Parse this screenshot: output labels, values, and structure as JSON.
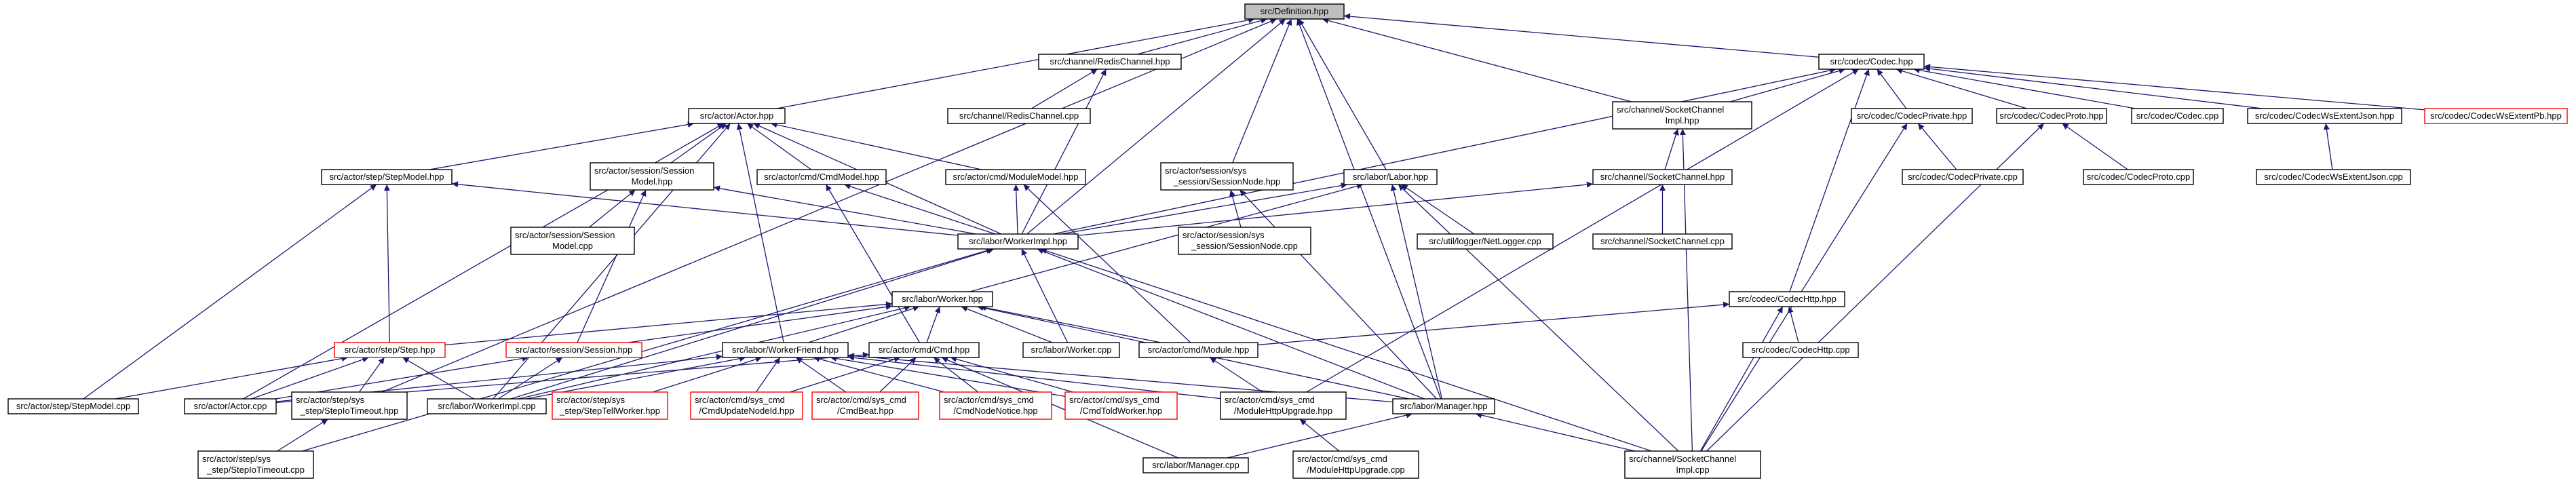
{
  "graph": {
    "title": "src/Definition.hpp",
    "colors": {
      "root_fill": "#bfbfbf",
      "edge": "#191970",
      "node_border": "#000000",
      "truncated_border": "#ff0000"
    },
    "nodes": [
      {
        "id": "definition",
        "lines": [
          "src/Definition.hpp"
        ],
        "root": true
      },
      {
        "id": "redis_hpp",
        "lines": [
          "src/channel/RedisChannel.hpp"
        ]
      },
      {
        "id": "redis_cpp",
        "lines": [
          "src/channel/RedisChannel.cpp"
        ]
      },
      {
        "id": "codec_hpp",
        "lines": [
          "src/codec/Codec.hpp"
        ]
      },
      {
        "id": "actor_hpp",
        "lines": [
          "src/actor/Actor.hpp"
        ]
      },
      {
        "id": "sock_impl_hpp",
        "lines": [
          "src/channel/SocketChannel",
          "Impl.hpp"
        ]
      },
      {
        "id": "codec_private_hpp",
        "lines": [
          "src/codec/CodecPrivate.hpp"
        ]
      },
      {
        "id": "codec_proto_hpp",
        "lines": [
          "src/codec/CodecProto.hpp"
        ]
      },
      {
        "id": "codec_cpp",
        "lines": [
          "src/codec/Codec.cpp"
        ]
      },
      {
        "id": "ws_json_hpp",
        "lines": [
          "src/codec/CodecWsExtentJson.hpp"
        ]
      },
      {
        "id": "ws_pb_hpp",
        "lines": [
          "src/codec/CodecWsExtentPb.hpp"
        ],
        "truncated": true
      },
      {
        "id": "stepmodel_hpp",
        "lines": [
          "src/actor/step/StepModel.hpp"
        ]
      },
      {
        "id": "session_model_hpp",
        "lines": [
          "src/actor/session/Session",
          "Model.hpp"
        ]
      },
      {
        "id": "cmdmodel_hpp",
        "lines": [
          "src/actor/cmd/CmdModel.hpp"
        ]
      },
      {
        "id": "modulemodel_hpp",
        "lines": [
          "src/actor/cmd/ModuleModel.hpp"
        ]
      },
      {
        "id": "sessionnode_hpp",
        "lines": [
          "src/actor/session/sys",
          "_session/SessionNode.hpp"
        ]
      },
      {
        "id": "labor_hpp",
        "lines": [
          "src/labor/Labor.hpp"
        ]
      },
      {
        "id": "sockchan_hpp",
        "lines": [
          "src/channel/SocketChannel.hpp"
        ]
      },
      {
        "id": "codec_private_cpp",
        "lines": [
          "src/codec/CodecPrivate.cpp"
        ]
      },
      {
        "id": "codec_proto_cpp",
        "lines": [
          "src/codec/CodecProto.cpp"
        ]
      },
      {
        "id": "ws_json_cpp",
        "lines": [
          "src/codec/CodecWsExtentJson.cpp"
        ]
      },
      {
        "id": "session_model_cpp",
        "lines": [
          "src/actor/session/Session",
          "Model.cpp"
        ]
      },
      {
        "id": "workerimpl_hpp",
        "lines": [
          "src/labor/WorkerImpl.hpp"
        ]
      },
      {
        "id": "sessionnode_cpp",
        "lines": [
          "src/actor/session/sys",
          "_session/SessionNode.cpp"
        ]
      },
      {
        "id": "netlogger_cpp",
        "lines": [
          "src/util/logger/NetLogger.cpp"
        ]
      },
      {
        "id": "sockchan_cpp",
        "lines": [
          "src/channel/SocketChannel.cpp"
        ]
      },
      {
        "id": "worker_hpp",
        "lines": [
          "src/labor/Worker.hpp"
        ]
      },
      {
        "id": "codechttp_hpp",
        "lines": [
          "src/codec/CodecHttp.hpp"
        ]
      },
      {
        "id": "step_hpp",
        "lines": [
          "src/actor/step/Step.hpp"
        ],
        "truncated": true
      },
      {
        "id": "session_hpp",
        "lines": [
          "src/actor/session/Session.hpp"
        ],
        "truncated": true
      },
      {
        "id": "workerfriend_hpp",
        "lines": [
          "src/labor/WorkerFriend.hpp"
        ]
      },
      {
        "id": "cmd_hpp",
        "lines": [
          "src/actor/cmd/Cmd.hpp"
        ]
      },
      {
        "id": "worker_cpp",
        "lines": [
          "src/labor/Worker.cpp"
        ]
      },
      {
        "id": "module_hpp",
        "lines": [
          "src/actor/cmd/Module.hpp"
        ]
      },
      {
        "id": "codechttp_cpp",
        "lines": [
          "src/codec/CodecHttp.cpp"
        ]
      },
      {
        "id": "stepmodel_cpp",
        "lines": [
          "src/actor/step/StepModel.cpp"
        ]
      },
      {
        "id": "actor_cpp",
        "lines": [
          "src/actor/Actor.cpp"
        ]
      },
      {
        "id": "stepio_hpp",
        "lines": [
          "src/actor/step/sys",
          "_step/StepIoTimeout.hpp"
        ]
      },
      {
        "id": "workerimpl_cpp",
        "lines": [
          "src/labor/WorkerImpl.cpp"
        ]
      },
      {
        "id": "steptell_hpp",
        "lines": [
          "src/actor/step/sys",
          "_step/StepTellWorker.hpp"
        ],
        "truncated": true
      },
      {
        "id": "cmdupdate_hpp",
        "lines": [
          "src/actor/cmd/sys_cmd",
          "/CmdUpdateNodeId.hpp"
        ],
        "truncated": true
      },
      {
        "id": "cmdbeat_hpp",
        "lines": [
          "src/actor/cmd/sys_cmd",
          "/CmdBeat.hpp"
        ],
        "truncated": true
      },
      {
        "id": "cmdnodenotice_hpp",
        "lines": [
          "src/actor/cmd/sys_cmd",
          "/CmdNodeNotice.hpp"
        ],
        "truncated": true
      },
      {
        "id": "cmdtoldworker_hpp",
        "lines": [
          "src/actor/cmd/sys_cmd",
          "/CmdToldWorker.hpp"
        ],
        "truncated": true
      },
      {
        "id": "modhttpup_hpp",
        "lines": [
          "src/actor/cmd/sys_cmd",
          "/ModuleHttpUpgrade.hpp"
        ]
      },
      {
        "id": "manager_hpp",
        "lines": [
          "src/labor/Manager.hpp"
        ]
      },
      {
        "id": "sock_impl_cpp",
        "lines": [
          "src/channel/SocketChannel",
          "Impl.cpp"
        ]
      },
      {
        "id": "stepio_cpp",
        "lines": [
          "src/actor/step/sys",
          "_step/StepIoTimeout.cpp"
        ]
      },
      {
        "id": "manager_cpp",
        "lines": [
          "src/labor/Manager.cpp"
        ]
      },
      {
        "id": "modhttpup_cpp",
        "lines": [
          "src/actor/cmd/sys_cmd",
          "/ModuleHttpUpgrade.cpp"
        ]
      }
    ],
    "edges": [
      [
        "redis_hpp",
        "definition"
      ],
      [
        "codec_hpp",
        "definition"
      ],
      [
        "actor_hpp",
        "definition"
      ],
      [
        "sock_impl_hpp",
        "definition"
      ],
      [
        "sessionnode_hpp",
        "definition"
      ],
      [
        "labor_hpp",
        "definition"
      ],
      [
        "manager_hpp",
        "definition"
      ],
      [
        "stepio_hpp",
        "definition"
      ],
      [
        "workerimpl_hpp",
        "definition"
      ],
      [
        "redis_cpp",
        "redis_hpp"
      ],
      [
        "workerimpl_hpp",
        "redis_hpp"
      ],
      [
        "sock_impl_hpp",
        "codec_hpp"
      ],
      [
        "codec_private_hpp",
        "codec_hpp"
      ],
      [
        "codec_proto_hpp",
        "codec_hpp"
      ],
      [
        "codec_cpp",
        "codec_hpp"
      ],
      [
        "ws_json_hpp",
        "codec_hpp"
      ],
      [
        "ws_pb_hpp",
        "codec_hpp"
      ],
      [
        "codechttp_hpp",
        "codec_hpp"
      ],
      [
        "workerimpl_hpp",
        "codec_hpp"
      ],
      [
        "modhttpup_hpp",
        "codec_hpp"
      ],
      [
        "stepmodel_hpp",
        "actor_hpp"
      ],
      [
        "session_model_hpp",
        "actor_hpp"
      ],
      [
        "cmdmodel_hpp",
        "actor_hpp"
      ],
      [
        "modulemodel_hpp",
        "actor_hpp"
      ],
      [
        "workerimpl_hpp",
        "actor_hpp"
      ],
      [
        "actor_cpp",
        "actor_hpp"
      ],
      [
        "workerfriend_hpp",
        "actor_hpp"
      ],
      [
        "workerimpl_cpp",
        "actor_hpp"
      ],
      [
        "sockchan_hpp",
        "sock_impl_hpp"
      ],
      [
        "sock_impl_cpp",
        "sock_impl_hpp"
      ],
      [
        "codec_private_cpp",
        "codec_private_hpp"
      ],
      [
        "sock_impl_cpp",
        "codec_private_hpp"
      ],
      [
        "codec_proto_cpp",
        "codec_proto_hpp"
      ],
      [
        "sock_impl_cpp",
        "codec_proto_hpp"
      ],
      [
        "ws_json_cpp",
        "ws_json_hpp"
      ],
      [
        "step_hpp",
        "stepmodel_hpp"
      ],
      [
        "workerimpl_hpp",
        "stepmodel_hpp"
      ],
      [
        "stepmodel_cpp",
        "stepmodel_hpp"
      ],
      [
        "session_model_cpp",
        "session_model_hpp"
      ],
      [
        "session_hpp",
        "session_model_hpp"
      ],
      [
        "workerimpl_hpp",
        "session_model_hpp"
      ],
      [
        "workerimpl_hpp",
        "cmdmodel_hpp"
      ],
      [
        "cmd_hpp",
        "cmdmodel_hpp"
      ],
      [
        "workerimpl_hpp",
        "modulemodel_hpp"
      ],
      [
        "module_hpp",
        "modulemodel_hpp"
      ],
      [
        "sessionnode_cpp",
        "sessionnode_hpp"
      ],
      [
        "manager_hpp",
        "sessionnode_hpp"
      ],
      [
        "workerimpl_hpp",
        "labor_hpp"
      ],
      [
        "worker_hpp",
        "labor_hpp"
      ],
      [
        "netlogger_cpp",
        "labor_hpp"
      ],
      [
        "manager_hpp",
        "labor_hpp"
      ],
      [
        "sock_impl_cpp",
        "labor_hpp"
      ],
      [
        "sockchan_cpp",
        "sockchan_hpp"
      ],
      [
        "workerimpl_hpp",
        "sockchan_hpp"
      ],
      [
        "workerimpl_cpp",
        "workerimpl_hpp"
      ],
      [
        "stepio_cpp",
        "workerimpl_hpp"
      ],
      [
        "worker_cpp",
        "workerimpl_hpp"
      ],
      [
        "manager_hpp",
        "workerimpl_hpp"
      ],
      [
        "sock_impl_cpp",
        "workerimpl_hpp"
      ],
      [
        "step_hpp",
        "worker_hpp"
      ],
      [
        "session_hpp",
        "worker_hpp"
      ],
      [
        "workerfriend_hpp",
        "worker_hpp"
      ],
      [
        "cmd_hpp",
        "worker_hpp"
      ],
      [
        "worker_cpp",
        "worker_hpp"
      ],
      [
        "module_hpp",
        "worker_hpp"
      ],
      [
        "workerimpl_cpp",
        "worker_hpp"
      ],
      [
        "manager_hpp",
        "worker_hpp"
      ],
      [
        "codechttp_cpp",
        "codechttp_hpp"
      ],
      [
        "module_hpp",
        "codechttp_hpp"
      ],
      [
        "sock_impl_cpp",
        "codechttp_hpp"
      ],
      [
        "stepmodel_cpp",
        "step_hpp"
      ],
      [
        "actor_cpp",
        "step_hpp"
      ],
      [
        "stepio_hpp",
        "step_hpp"
      ],
      [
        "workerimpl_cpp",
        "step_hpp"
      ],
      [
        "actor_cpp",
        "session_hpp"
      ],
      [
        "workerimpl_cpp",
        "session_hpp"
      ],
      [
        "actor_cpp",
        "workerfriend_hpp"
      ],
      [
        "workerimpl_cpp",
        "workerfriend_hpp"
      ],
      [
        "steptell_hpp",
        "workerfriend_hpp"
      ],
      [
        "cmdupdate_hpp",
        "workerfriend_hpp"
      ],
      [
        "cmdbeat_hpp",
        "workerfriend_hpp"
      ],
      [
        "cmdnodenotice_hpp",
        "workerfriend_hpp"
      ],
      [
        "cmdtoldworker_hpp",
        "workerfriend_hpp"
      ],
      [
        "modhttpup_hpp",
        "workerfriend_hpp"
      ],
      [
        "manager_hpp",
        "workerfriend_hpp"
      ],
      [
        "cmdupdate_hpp",
        "cmd_hpp"
      ],
      [
        "cmdbeat_hpp",
        "cmd_hpp"
      ],
      [
        "cmdnodenotice_hpp",
        "cmd_hpp"
      ],
      [
        "cmdtoldworker_hpp",
        "cmd_hpp"
      ],
      [
        "manager_cpp",
        "cmd_hpp"
      ],
      [
        "actor_cpp",
        "cmd_hpp"
      ],
      [
        "modhttpup_hpp",
        "module_hpp"
      ],
      [
        "modhttpup_cpp",
        "modhttpup_hpp"
      ],
      [
        "manager_cpp",
        "manager_hpp"
      ],
      [
        "sock_impl_cpp",
        "manager_hpp"
      ],
      [
        "stepio_cpp",
        "stepio_hpp"
      ]
    ]
  }
}
